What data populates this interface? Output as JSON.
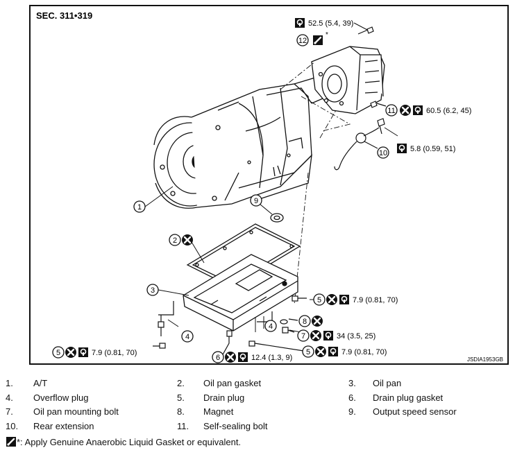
{
  "section": "SEC. 311•319",
  "figure_code": "JSDIA1953GB",
  "callouts": {
    "c12": {
      "num": "12",
      "torque": "52.5 (5.4, 39)"
    },
    "c11": {
      "num": "11",
      "torque": "60.5 (6.2, 45)"
    },
    "c10": {
      "num": "10",
      "torque": "5.8 (0.59, 51)"
    },
    "c1": {
      "num": "1"
    },
    "c9": {
      "num": "9"
    },
    "c2": {
      "num": "2"
    },
    "c3": {
      "num": "3"
    },
    "c4a": {
      "num": "4"
    },
    "c4b": {
      "num": "4"
    },
    "c5a": {
      "num": "5",
      "torque": "7.9 (0.81, 70)"
    },
    "c5b": {
      "num": "5",
      "torque": "7.9 (0.81, 70)"
    },
    "c5c": {
      "num": "5",
      "torque": "7.9 (0.81, 70)"
    },
    "c8": {
      "num": "8"
    },
    "c7": {
      "num": "7",
      "torque": "34 (3.5, 25)"
    },
    "c6": {
      "num": "6",
      "torque": "12.4 (1.3, 9)"
    }
  },
  "asterisk": "*",
  "legend": [
    {
      "num": "1.",
      "name": "A/T"
    },
    {
      "num": "2.",
      "name": "Oil pan gasket"
    },
    {
      "num": "3.",
      "name": "Oil pan"
    },
    {
      "num": "4.",
      "name": "Overflow plug"
    },
    {
      "num": "5.",
      "name": "Drain plug"
    },
    {
      "num": "6.",
      "name": "Drain plug gasket"
    },
    {
      "num": "7.",
      "name": "Oil pan mounting bolt"
    },
    {
      "num": "8.",
      "name": "Magnet"
    },
    {
      "num": "9.",
      "name": "Output speed sensor"
    },
    {
      "num": "10.",
      "name": "Rear extension"
    },
    {
      "num": "11.",
      "name": "Self-sealing bolt"
    }
  ],
  "note": "*: Apply Genuine Anaerobic Liquid Gasket or equivalent."
}
